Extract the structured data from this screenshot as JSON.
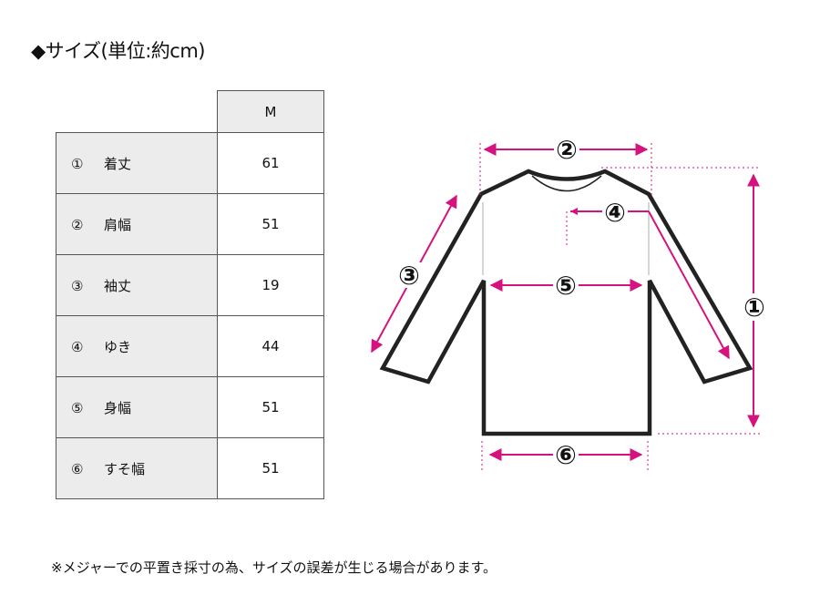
{
  "title": "◆サイズ(単位:約cm)",
  "table": {
    "column_header": "M",
    "rows": [
      {
        "num": "①",
        "label": "着丈",
        "value": "61"
      },
      {
        "num": "②",
        "label": "肩幅",
        "value": "51"
      },
      {
        "num": "③",
        "label": "袖丈",
        "value": "19"
      },
      {
        "num": "④",
        "label": "ゆき",
        "value": "44"
      },
      {
        "num": "⑤",
        "label": "身幅",
        "value": "51"
      },
      {
        "num": "⑥",
        "label": "すそ幅",
        "value": "51"
      }
    ]
  },
  "diagram": {
    "markers": [
      "①",
      "②",
      "③",
      "④",
      "⑤",
      "⑥"
    ],
    "accent_color": "#d4137f"
  },
  "note": "※メジャーでの平置き採寸の為、サイズの誤差が生じる場合があります。"
}
